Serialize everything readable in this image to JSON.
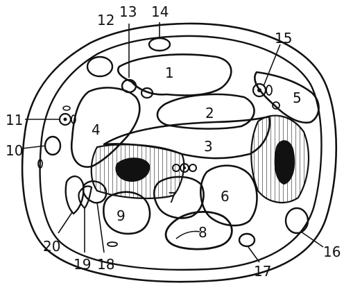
{
  "figure": {
    "labels": {
      "n1": "1",
      "n2": "2",
      "n3": "3",
      "n4": "4",
      "n5": "5",
      "n6": "6",
      "n7": "7",
      "n8": "8",
      "n9": "9",
      "n10": "10",
      "n11": "11",
      "n12": "12",
      "n13": "13",
      "n14": "14",
      "n15": "15",
      "n16": "16",
      "n17": "17",
      "n18": "18",
      "n19": "19",
      "n20": "20"
    },
    "colors": {
      "ink": "#111111",
      "paper": "#ffffff"
    }
  }
}
